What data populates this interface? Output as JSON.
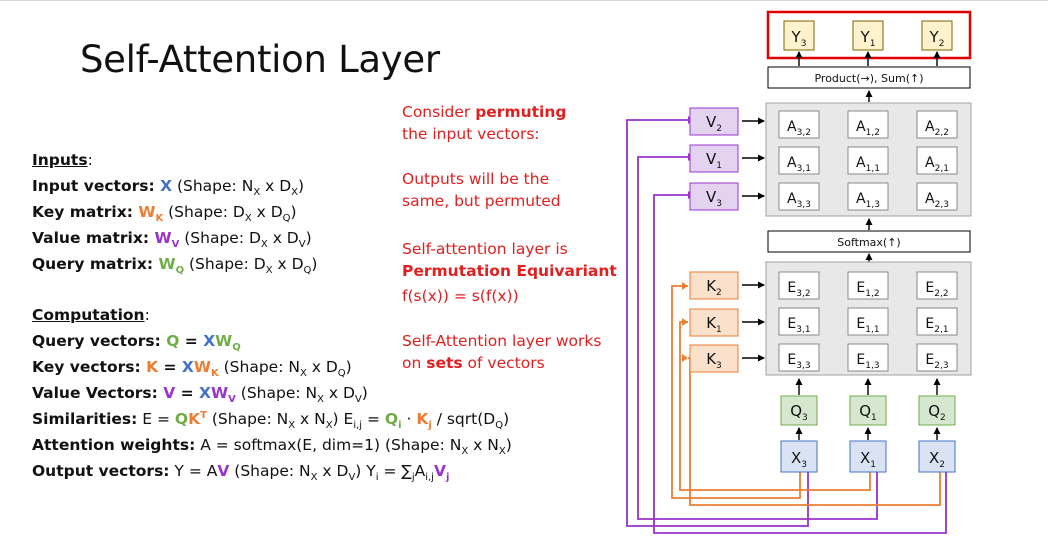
{
  "title": "Self-Attention Layer",
  "inputs": {
    "heading": "Inputs",
    "colon": ":",
    "rows": [
      {
        "label": "Input vectors",
        "sym": "X",
        "shape_pre": " (Shape: N",
        "s1": "X",
        "mid": " x D",
        "s2": "X",
        "post": ")"
      },
      {
        "label": "Key matrix",
        "sym": "W",
        "sub": "K",
        "shape_pre": " (Shape: D",
        "s1": "X",
        "mid": " x D",
        "s2": "Q",
        "post": ")"
      },
      {
        "label": "Value matrix",
        "sym": "W",
        "sub": "V",
        "shape_pre": " (Shape: D",
        "s1": "X",
        "mid": " x D",
        "s2": "V",
        "post": ")"
      },
      {
        "label": "Query matrix",
        "sym": "W",
        "sub": "Q",
        "shape_pre": " (Shape: D",
        "s1": "X",
        "mid": " x D",
        "s2": "Q",
        "post": ")"
      }
    ]
  },
  "computation": {
    "heading": "Computation",
    "colon": ":",
    "query": {
      "label": "Query vectors",
      "lhs": "Q",
      "eq": " = ",
      "x": "X",
      "w": "W",
      "sub": "Q"
    },
    "key": {
      "label": "Key vectors",
      "lhs": "K",
      "eq": " = ",
      "x": "X",
      "w": "W",
      "sub": "K",
      "shape": "  (Shape: N",
      "s1": "X",
      "mid": " x D",
      "s2": "Q",
      "post": ")"
    },
    "value": {
      "label": "Value Vectors",
      "lhs": "V",
      "eq": " = ",
      "x": "X",
      "w": "W",
      "sub": "V",
      "shape": " (Shape: N",
      "s1": "X",
      "mid": " x D",
      "s2": "V",
      "post": ")"
    },
    "sim": {
      "label": "Similarities",
      "pre": " E = ",
      "q": "Q",
      "k": "K",
      "t": "T",
      "shape": " (Shape: N",
      "s1": "X",
      "mid": " x N",
      "s2": "X",
      "post": ") E",
      "eij": "i,j",
      "eq": " = ",
      "qi": "Q",
      "i": "i",
      "dot": " · ",
      "kj": "K",
      "j": "j",
      "tail": " / sqrt(D",
      "dq": "Q",
      "close": ")"
    },
    "attn": {
      "label": "Attention weights",
      "text": " A = softmax(E, dim=1)  (Shape: N",
      "s1": "X",
      "mid": " x N",
      "s2": "X",
      "post": ")"
    },
    "out": {
      "label": "Output vectors",
      "text": " Y = A",
      "v": "V",
      "shape": " (Shape: N",
      "s1": "X",
      "mid": " x D",
      "s2": "V",
      "post": ") Y",
      "yi": "i",
      "eq": " = ",
      "sum": "∑",
      "sj": "j",
      "a": "A",
      "aij": "i,j",
      "vv": "V",
      "vj": "j"
    }
  },
  "notes": {
    "n1a_pre": "Consider ",
    "n1a_bold": "permuting",
    "n1b": "the input vectors:",
    "n2a": "Outputs will be the",
    "n2b": "same, but permuted",
    "n3a": "Self-attention layer is",
    "n3b": "Permutation Equivariant",
    "n3c": "f(s(x)) = s(f(x))",
    "n4a": "Self-Attention layer works",
    "n4b_pre": "on ",
    "n4b_bold": "sets",
    "n4b_post": " of vectors"
  },
  "diagram": {
    "outputs": [
      {
        "base": "Y",
        "sub": "3"
      },
      {
        "base": "Y",
        "sub": "1"
      },
      {
        "base": "Y",
        "sub": "2"
      }
    ],
    "product_label": "Product(→),  Sum(↑)",
    "softmax_label": "Softmax(↑)",
    "values": [
      {
        "base": "V",
        "sub": "2"
      },
      {
        "base": "V",
        "sub": "1"
      },
      {
        "base": "V",
        "sub": "3"
      }
    ],
    "keys": [
      {
        "base": "K",
        "sub": "2"
      },
      {
        "base": "K",
        "sub": "1"
      },
      {
        "base": "K",
        "sub": "3"
      }
    ],
    "attention_grid": [
      [
        {
          "base": "A",
          "sub": "3,2"
        },
        {
          "base": "A",
          "sub": "1,2"
        },
        {
          "base": "A",
          "sub": "2,2"
        }
      ],
      [
        {
          "base": "A",
          "sub": "3,1"
        },
        {
          "base": "A",
          "sub": "1,1"
        },
        {
          "base": "A",
          "sub": "2,1"
        }
      ],
      [
        {
          "base": "A",
          "sub": "3,3"
        },
        {
          "base": "A",
          "sub": "1,3"
        },
        {
          "base": "A",
          "sub": "2,3"
        }
      ]
    ],
    "similarity_grid": [
      [
        {
          "base": "E",
          "sub": "3,2"
        },
        {
          "base": "E",
          "sub": "1,2"
        },
        {
          "base": "E",
          "sub": "2,2"
        }
      ],
      [
        {
          "base": "E",
          "sub": "3,1"
        },
        {
          "base": "E",
          "sub": "1,1"
        },
        {
          "base": "E",
          "sub": "2,1"
        }
      ],
      [
        {
          "base": "E",
          "sub": "3,3"
        },
        {
          "base": "E",
          "sub": "1,3"
        },
        {
          "base": "E",
          "sub": "2,3"
        }
      ]
    ],
    "queries": [
      {
        "base": "Q",
        "sub": "3"
      },
      {
        "base": "Q",
        "sub": "1"
      },
      {
        "base": "Q",
        "sub": "2"
      }
    ],
    "inputs": [
      {
        "base": "X",
        "sub": "3"
      },
      {
        "base": "X",
        "sub": "1"
      },
      {
        "base": "X",
        "sub": "2"
      }
    ],
    "colors": {
      "output_fill": "#fff2cc",
      "output_stroke": "#7f6000",
      "highlight": "#e00000",
      "value_fill": "#e4d3f0",
      "value_stroke": "#9933cc",
      "key_fill": "#fbe0cc",
      "key_stroke": "#ed7d31",
      "query_fill": "#d5e8cf",
      "query_stroke": "#70ad47",
      "input_fill": "#dae3f3",
      "input_stroke": "#4472c4",
      "grid_fill": "#e8e8e8",
      "grid_stroke": "#a0a0a0"
    }
  }
}
